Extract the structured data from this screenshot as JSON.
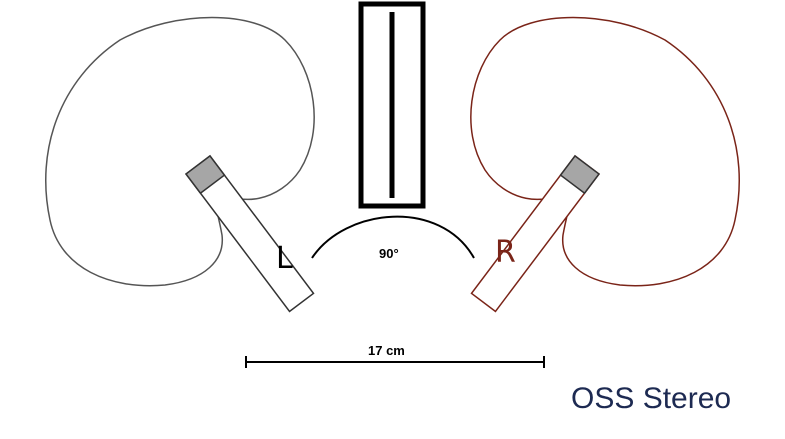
{
  "diagram": {
    "left_label": "L",
    "right_label": "R",
    "angle_label": "90°",
    "distance_label": "17 cm",
    "caption": "OSS Stereo"
  },
  "colors": {
    "left_mic": "#555555",
    "right_mic": "#7a2418",
    "disk": "#000000",
    "capsule": "#a6a6a6",
    "caption": "#1d2a52"
  }
}
